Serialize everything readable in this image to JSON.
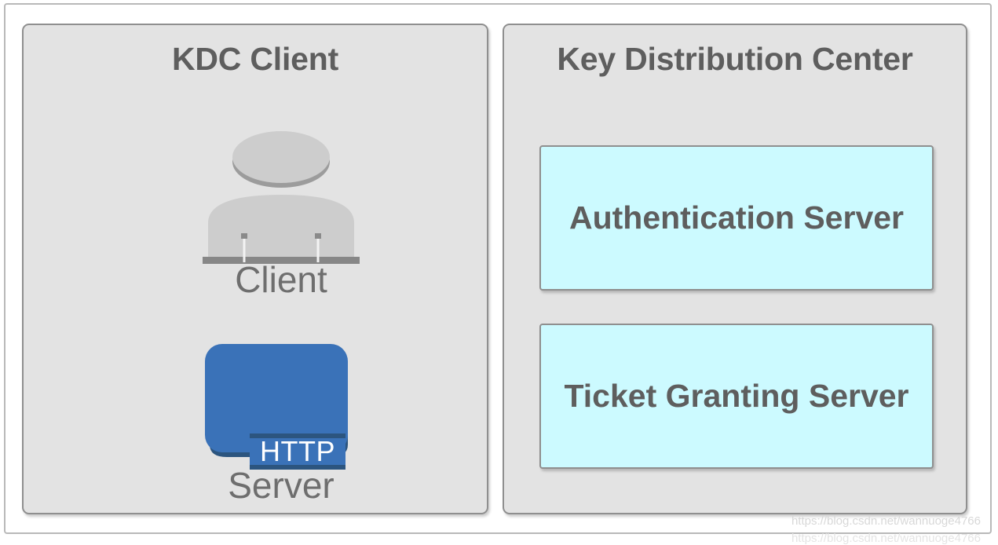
{
  "diagram": {
    "panels": [
      {
        "id": "kdc-client",
        "title": "KDC Client",
        "nodes": [
          {
            "id": "client",
            "label": "Client",
            "icon": "user-icon"
          },
          {
            "id": "server",
            "label": "Server",
            "icon": "server-icon",
            "badge": "HTTP"
          }
        ]
      },
      {
        "id": "key-distribution-center",
        "title": "Key Distribution Center",
        "boxes": [
          {
            "id": "authentication-server",
            "label": "Authentication Server"
          },
          {
            "id": "ticket-granting-server",
            "label": "Ticket Granting Server"
          }
        ]
      }
    ]
  },
  "watermark": {
    "primary": "https://blog.csdn.net/wannuoge4766",
    "secondary": "https://blog.csdn.net/wannuoge4766"
  },
  "colors": {
    "panel_background": "#e3e3e3",
    "panel_border": "#8f8f8f",
    "sub_box_background": "#ccfaff",
    "text_gray": "#5e5e5e",
    "label_gray": "#6e6e6e",
    "server_blue": "#3a72b8",
    "server_blue_dark": "#2c557f",
    "icon_gray": "#cdcdcd",
    "canvas_white": "#ffffff"
  }
}
